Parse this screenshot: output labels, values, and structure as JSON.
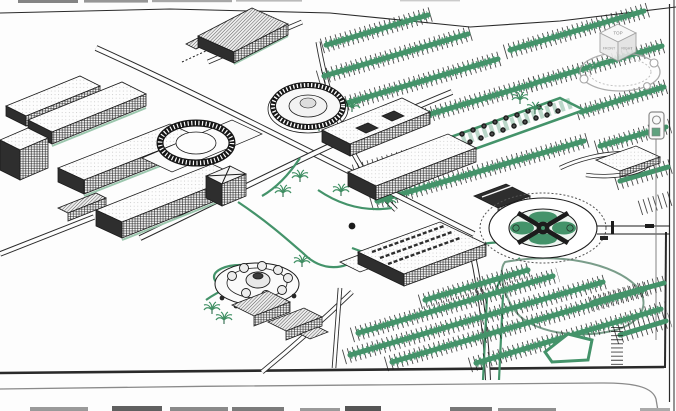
{
  "viewcube": {
    "top_label": "TOP",
    "front_label": "FRONT",
    "right_label": "RIGHT"
  },
  "palette": {
    "linework_ink": "#1c1c1c",
    "landscape_green": "#44936a",
    "landscape_green_soft": "#9cc7ae",
    "pond_outline": "#7a9d8a",
    "viewcube_gray": "#9a9a9a",
    "paper_background": "#fdfdfd"
  }
}
